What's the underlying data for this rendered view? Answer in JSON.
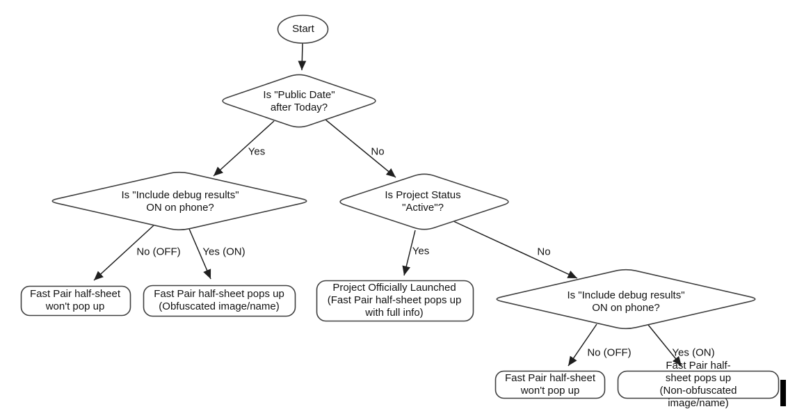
{
  "nodes": {
    "start": {
      "label": "Start"
    },
    "decision_public_date": {
      "label": "Is \"Public Date\"\nafter Today?"
    },
    "decision_debug_left": {
      "label": "Is \"Include debug results\"\nON on phone?"
    },
    "decision_project_status": {
      "label": "Is Project Status\n\"Active\"?"
    },
    "decision_debug_right": {
      "label": "Is \"Include debug results\"\nON on phone?"
    },
    "result_no_popup_left": {
      "label": "Fast Pair half-sheet\nwon't pop up"
    },
    "result_obfuscated": {
      "label": "Fast Pair half-sheet pops up\n(Obfuscated image/name)"
    },
    "result_launched": {
      "label": "Project Officially Launched\n(Fast Pair half-sheet pops up\nwith full info)"
    },
    "result_no_popup_right": {
      "label": "Fast Pair half-sheet\nwon't pop up"
    },
    "result_non_obfuscated": {
      "label": "Fast Pair half-sheet pops up\n(Non-obfuscated image/name)"
    }
  },
  "edges": {
    "top_yes": "Yes",
    "top_no": "No",
    "left_no_off": "No (OFF)",
    "left_yes_on": "Yes (ON)",
    "mid_yes": "Yes",
    "mid_no": "No",
    "right_no_off": "No (OFF)",
    "right_yes_on": "Yes (ON)"
  },
  "colors": {
    "stroke": "#3f3f3f",
    "arrow": "#1f1f1f",
    "text": "#111111",
    "background": "#ffffff",
    "cursor": "#000000"
  }
}
